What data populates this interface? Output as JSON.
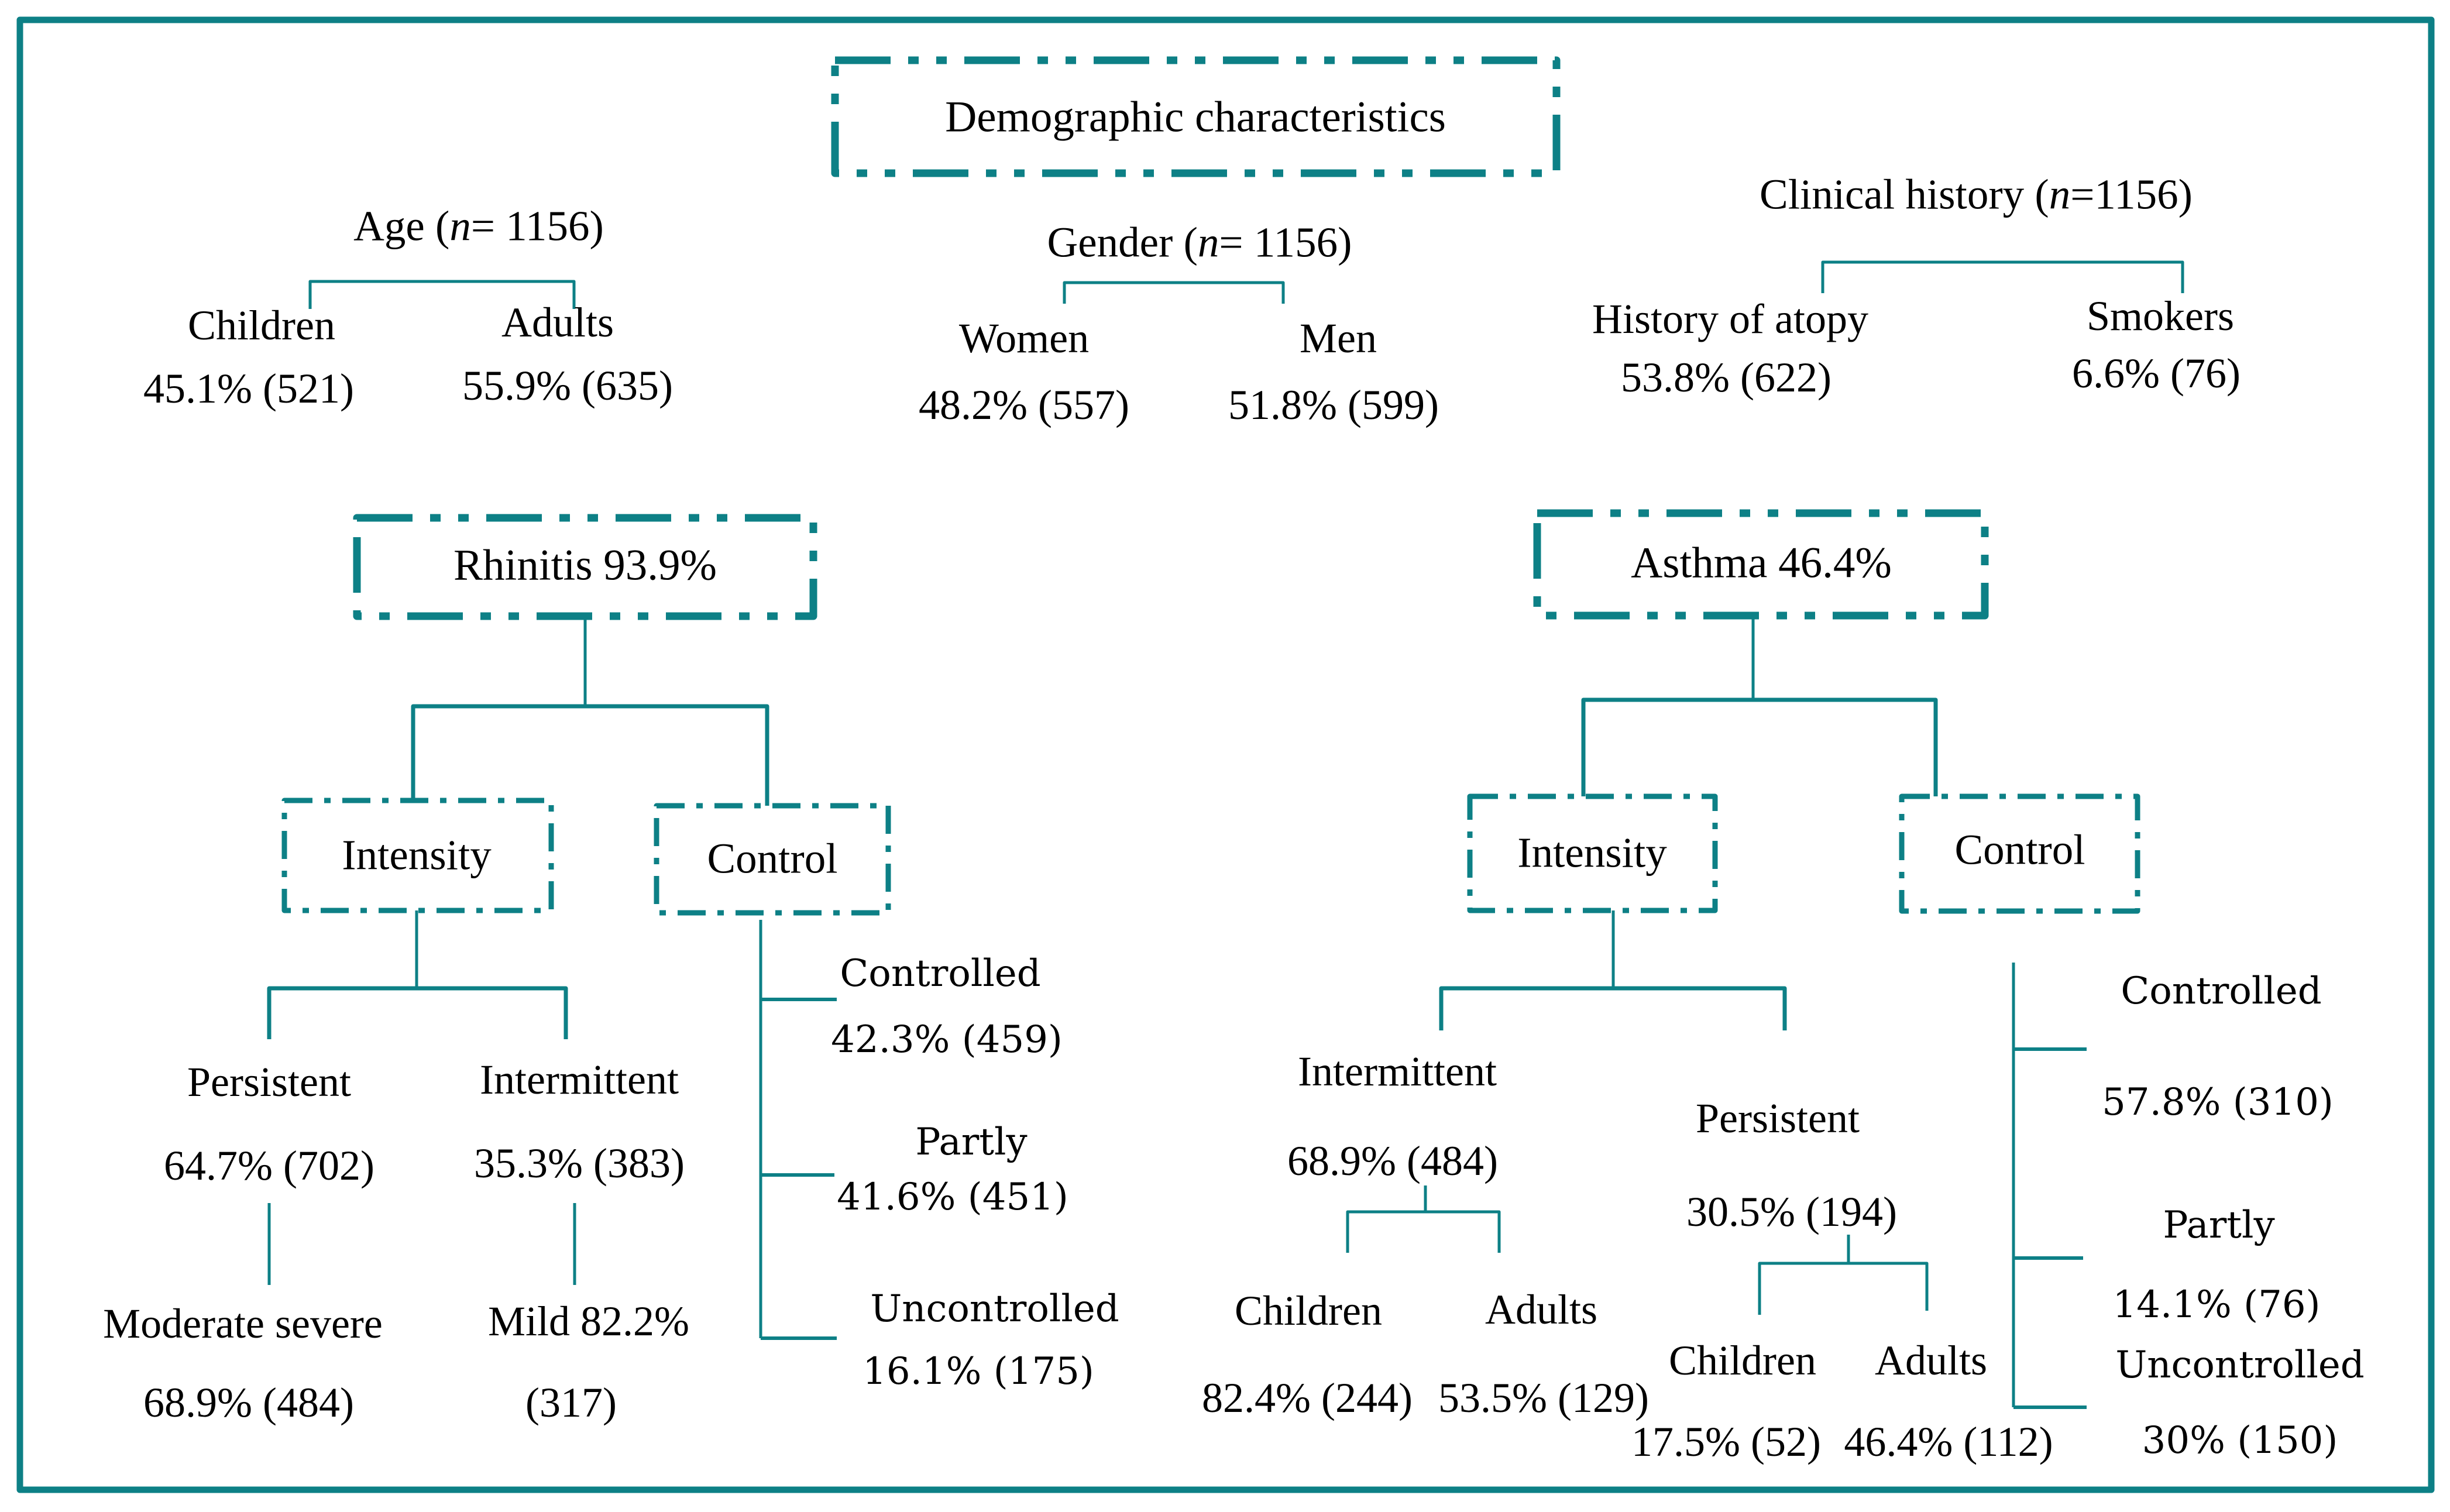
{
  "meta": {
    "teal": "#0d8086",
    "ink": "#000000",
    "background": "#ffffff",
    "figure_type": "study-population-flowchart"
  },
  "header": {
    "box_label": "Demographic characteristics"
  },
  "age": {
    "title_pre": "Age (",
    "title_n": "n",
    "title_post": "= 1156)",
    "left_label": "Children",
    "left_value": "45.1% (521)",
    "right_label": "Adults",
    "right_value": "55.9% (635)"
  },
  "gender": {
    "title_pre": "Gender (",
    "title_n": "n",
    "title_post": "= 1156)",
    "left_label": "Women",
    "left_value": "48.2% (557)",
    "right_label": "Men",
    "right_value": "51.8% (599)"
  },
  "clinical": {
    "title_pre": "Clinical history (",
    "title_n": "n",
    "title_post": "=1156)",
    "left_label": "History of atopy",
    "left_value": "53.8% (622)",
    "right_label": "Smokers",
    "right_value": "6.6% (76)"
  },
  "rhinitis": {
    "box_label": "Rhinitis 93.9%",
    "intensity_label": "Intensity",
    "control_label": "Control",
    "persistent_label": "Persistent",
    "persistent_value": "64.7% (702)",
    "intermittent_label": "Intermittent",
    "intermittent_value": "35.3% (383)",
    "moderate_label": "Moderate severe",
    "moderate_value": "68.9% (484)",
    "mild_label": "Mild 82.2%",
    "mild_value": "(317)",
    "controlled_label": "Controlled",
    "controlled_value": "42.3% (459)",
    "partly_label": "Partly",
    "partly_value": "41.6% (451)",
    "uncontrolled_label": "Uncontrolled",
    "uncontrolled_value": "16.1% (175)"
  },
  "asthma": {
    "box_label": "Asthma 46.4%",
    "intensity_label": "Intensity",
    "control_label": "Control",
    "intermittent_label": "Intermittent",
    "intermittent_value": "68.9% (484)",
    "persistent_label": "Persistent",
    "persistent_value": "30.5% (194)",
    "int_children_label": "Children",
    "int_children_value": "82.4% (244)",
    "int_adults_label": "Adults",
    "int_adults_value": "53.5% (129)",
    "per_children_label": "Children",
    "per_children_value": "17.5% (52)",
    "per_adults_label": "Adults",
    "per_adults_value": "46.4% (112)",
    "controlled_label": "Controlled",
    "controlled_value": "57.8% (310)",
    "partly_label": "Partly",
    "partly_value": "14.1% (76)",
    "uncontrolled_label": "Uncontrolled",
    "uncontrolled_value": "30% (150)"
  }
}
